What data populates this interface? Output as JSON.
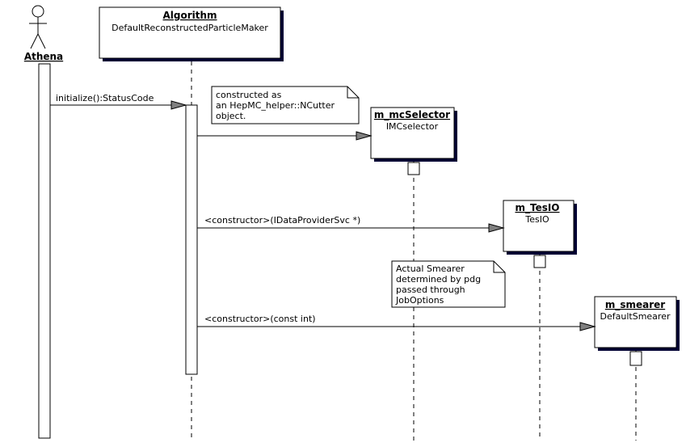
{
  "actor": {
    "name": "Athena"
  },
  "objects": [
    {
      "name": "Algorithm",
      "class": "DefaultReconstructedParticleMaker"
    },
    {
      "name": "m_mcSelector",
      "class": "IMCselector"
    },
    {
      "name": "m_TesIO",
      "class": "TesIO"
    },
    {
      "name": "m_smearer",
      "class": "DefaultSmearer"
    }
  ],
  "messages": [
    {
      "label": "initialize():StatusCode"
    },
    {
      "label": ""
    },
    {
      "label": "<constructor>(IDataProviderSvc *)"
    },
    {
      "label": "<constructor>(const int)"
    }
  ],
  "notes": [
    {
      "lines": [
        "constructed as",
        "an HepMC_helper::NCutter",
        "object."
      ]
    },
    {
      "lines": [
        "Actual Smearer",
        "determined by pdg",
        "passed through",
        "JobOptions"
      ]
    }
  ]
}
